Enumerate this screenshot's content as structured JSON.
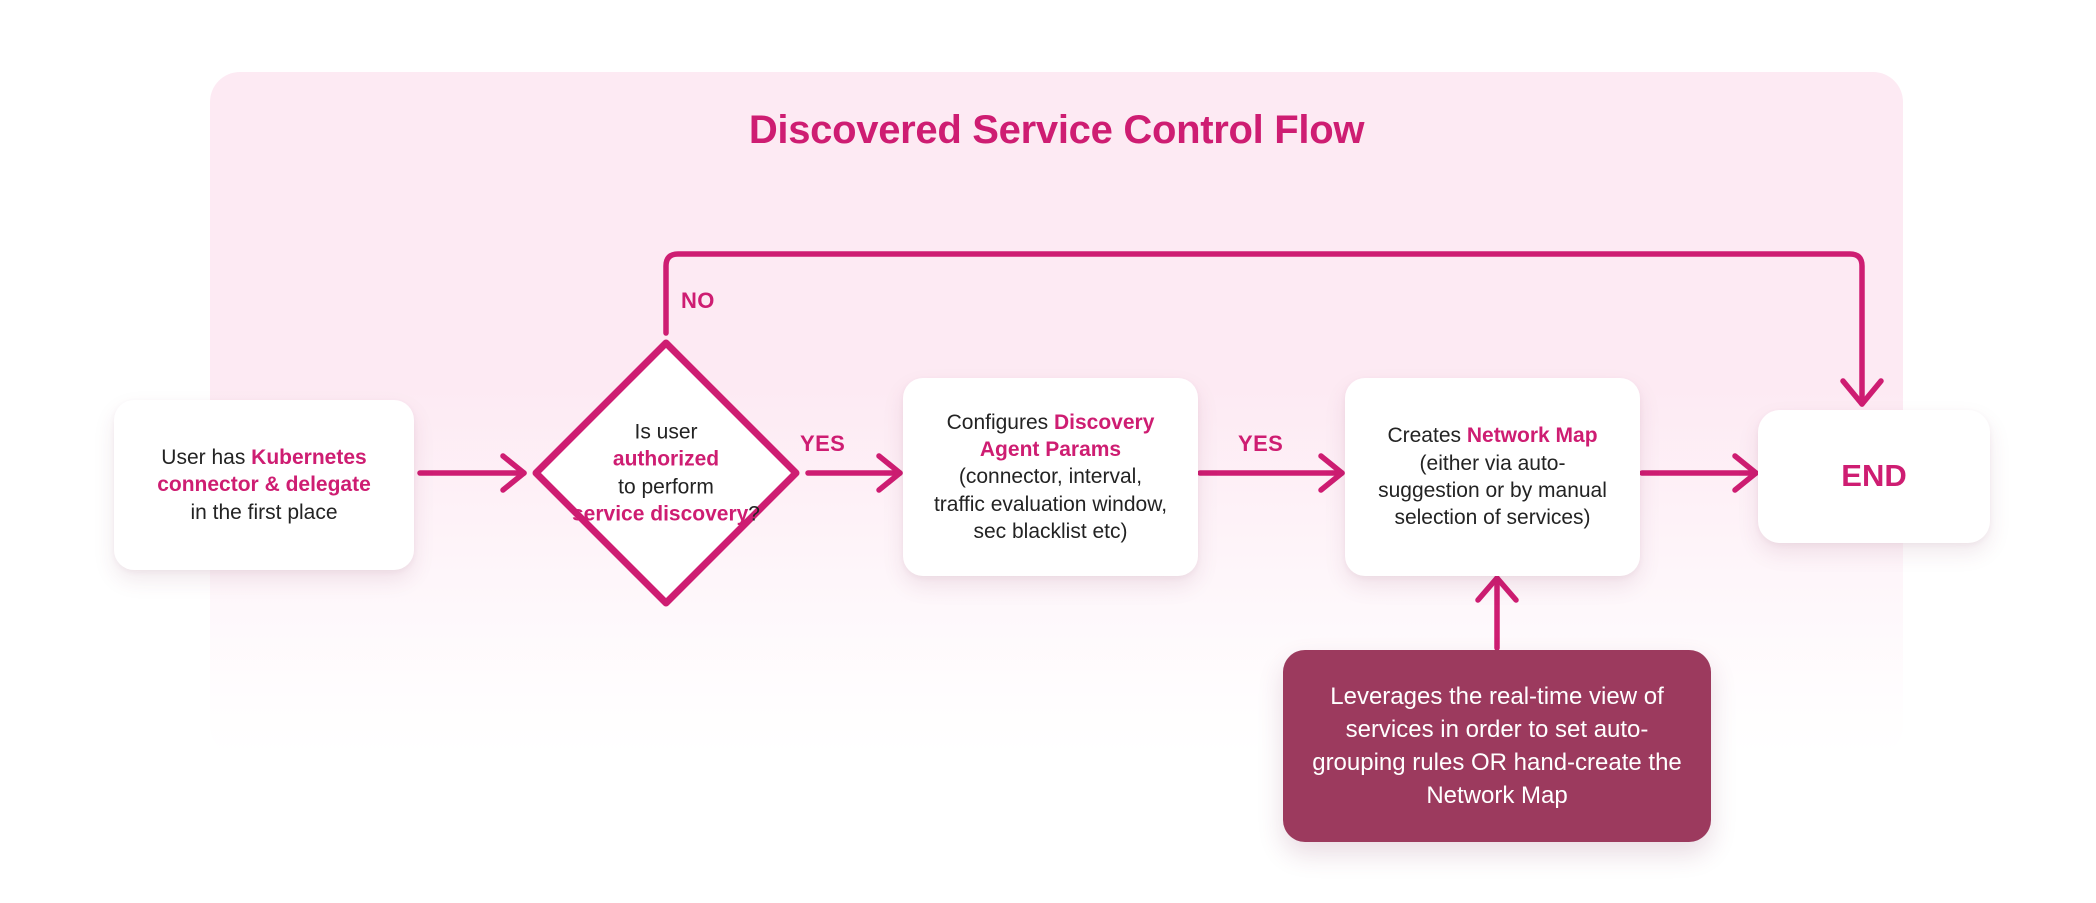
{
  "diagram": {
    "title": "Discovered Service Control Flow",
    "accent_color": "#ce1d72",
    "panel_color": "#fdeaf3",
    "note_color": "#9c3a5e",
    "text_color": "#232323"
  },
  "nodes": {
    "start": {
      "type": "process",
      "lines": [
        [
          {
            "t": "User has ",
            "hl": false
          },
          {
            "t": "Kubernetes",
            "hl": true
          }
        ],
        [
          {
            "t": "connector & delegate",
            "hl": true
          }
        ],
        [
          {
            "t": "in the first place",
            "hl": false
          }
        ]
      ],
      "plain": "User has Kubernetes connector & delegate in the first place"
    },
    "decision": {
      "type": "decision",
      "lines": [
        [
          {
            "t": "Is user",
            "hl": false
          }
        ],
        [
          {
            "t": "authorized",
            "hl": true
          }
        ],
        [
          {
            "t": "to perform",
            "hl": false
          }
        ],
        [
          {
            "t": "service discovery",
            "hl": true
          },
          {
            "t": "?",
            "hl": false
          }
        ]
      ],
      "plain": "Is user authorized to perform service discovery?"
    },
    "params": {
      "type": "process",
      "lines": [
        [
          {
            "t": "Configures ",
            "hl": false
          },
          {
            "t": "Discovery",
            "hl": true
          }
        ],
        [
          {
            "t": "Agent Params",
            "hl": true
          }
        ],
        [
          {
            "t": "(connector, interval,",
            "hl": false
          }
        ],
        [
          {
            "t": "traffic evaluation window,",
            "hl": false
          }
        ],
        [
          {
            "t": "sec blacklist etc)",
            "hl": false
          }
        ]
      ],
      "plain": "Configures Discovery Agent Params (connector, interval, traffic evaluation window, sec blacklist etc)"
    },
    "map": {
      "type": "process",
      "lines": [
        [
          {
            "t": "Creates ",
            "hl": false
          },
          {
            "t": "Network Map",
            "hl": true
          }
        ],
        [
          {
            "t": "(either via auto-",
            "hl": false
          }
        ],
        [
          {
            "t": "suggestion or by manual",
            "hl": false
          }
        ],
        [
          {
            "t": "selection of services)",
            "hl": false
          }
        ]
      ],
      "plain": "Creates Network Map (either via auto-suggestion or by manual selection of services)"
    },
    "end": {
      "type": "terminator",
      "label": "END"
    },
    "note": {
      "type": "annotation",
      "text": "Leverages the real-time view of services in order to set auto-grouping rules OR hand-create the Network Map"
    }
  },
  "edges": [
    {
      "id": "start-to-decision",
      "from": "start",
      "to": "decision",
      "label": ""
    },
    {
      "id": "decision-yes-to-params",
      "from": "decision",
      "to": "params",
      "label": "YES"
    },
    {
      "id": "params-yes-to-map",
      "from": "params",
      "to": "map",
      "label": "YES"
    },
    {
      "id": "map-to-end",
      "from": "map",
      "to": "end",
      "label": ""
    },
    {
      "id": "decision-no-to-end",
      "from": "decision",
      "to": "end",
      "label": "NO"
    },
    {
      "id": "note-to-map",
      "from": "note",
      "to": "map",
      "label": ""
    }
  ],
  "labels": {
    "no": "NO",
    "yes_1": "YES",
    "yes_2": "YES"
  }
}
